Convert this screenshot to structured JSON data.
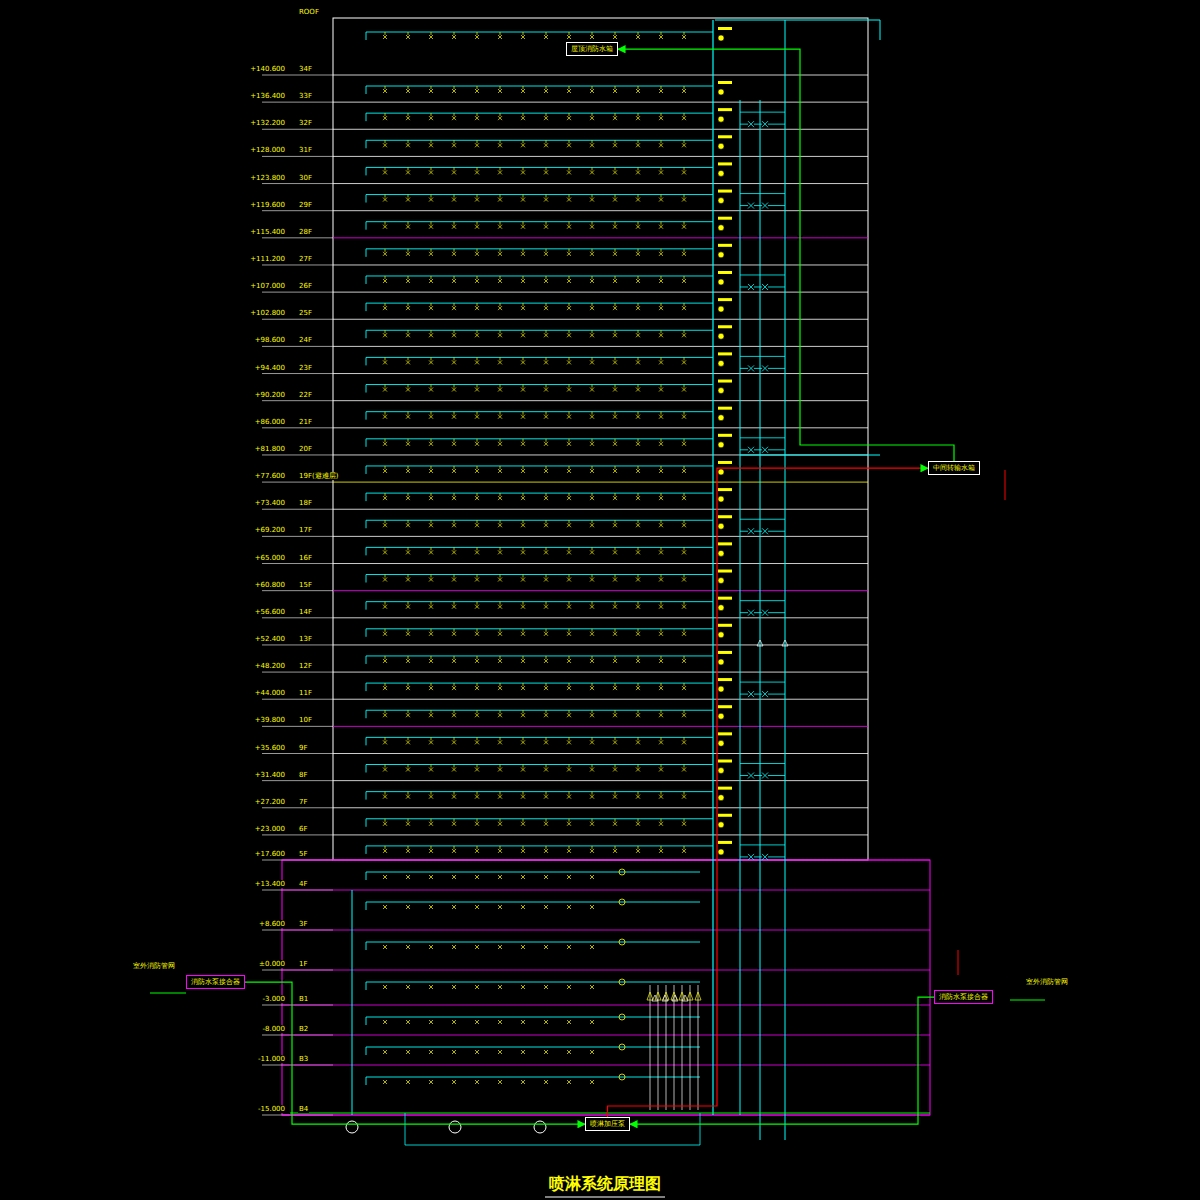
{
  "diagram": {
    "title": "喷淋系统原理图",
    "nodes": [
      {
        "text": [
          "屋顶消防水箱"
        ]
      },
      {
        "text": [
          "中间转输水箱"
        ]
      },
      {
        "text": [
          "喷淋加压泵"
        ]
      },
      {
        "text": [
          "消防水泵接合器"
        ]
      },
      {
        "text": [
          "消防水泵接合器"
        ]
      }
    ],
    "edges": [
      {
        "from": 3,
        "to": 2,
        "arrow": "to"
      },
      {
        "from": 4,
        "to": 2,
        "arrow": "to"
      },
      {
        "from": 2,
        "to": 1,
        "arrow": "to"
      },
      {
        "from": 1,
        "to": 0,
        "arrow": "to"
      }
    ],
    "labels": [
      "ROOF",
      "+140.600",
      "34F",
      "+136.400",
      "33F",
      "+132.200",
      "32F",
      "+128.000",
      "31F",
      "+123.800",
      "30F",
      "+119.600",
      "29F",
      "+115.400",
      "28F",
      "+111.200",
      "27F",
      "+107.000",
      "26F",
      "+102.800",
      "25F",
      "+98.600",
      "24F",
      "+94.400",
      "23F",
      "+90.200",
      "22F",
      "+86.000",
      "21F",
      "+81.800",
      "20F",
      "+77.600",
      "19F(避难层)",
      "+73.400",
      "18F",
      "+69.200",
      "17F",
      "+65.000",
      "16F",
      "+60.800",
      "15F",
      "+56.600",
      "14F",
      "+52.400",
      "13F",
      "+48.200",
      "12F",
      "+44.000",
      "11F",
      "+39.800",
      "10F",
      "+35.600",
      "9F",
      "+31.400",
      "8F",
      "+27.200",
      "7F",
      "+23.000",
      "6F",
      "+17.600",
      "5F",
      "+13.400",
      "4F",
      "+8.600",
      "3F",
      "±0.000",
      "1F",
      "-3.000",
      "B1",
      "-8.000",
      "B2",
      "-11.000",
      "B3",
      "-15.000",
      "B4",
      "室外消防管网",
      "室外消防管网"
    ]
  }
}
